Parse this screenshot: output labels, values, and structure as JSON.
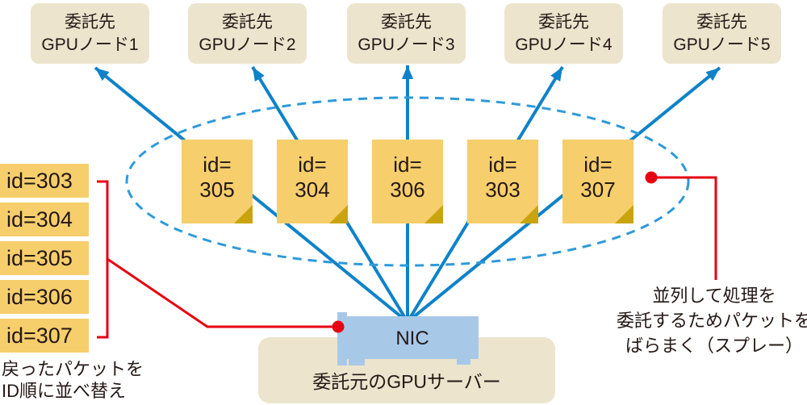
{
  "nodes": [
    {
      "line1": "委託先",
      "line2": "GPUノード1"
    },
    {
      "line1": "委託先",
      "line2": "GPUノード2"
    },
    {
      "line1": "委託先",
      "line2": "GPUノード3"
    },
    {
      "line1": "委託先",
      "line2": "GPUノード4"
    },
    {
      "line1": "委託先",
      "line2": "GPUノード5"
    }
  ],
  "spray_packets": [
    {
      "prefix": "id=",
      "num": "305"
    },
    {
      "prefix": "id=",
      "num": "304"
    },
    {
      "prefix": "id=",
      "num": "306"
    },
    {
      "prefix": "id=",
      "num": "303"
    },
    {
      "prefix": "id=",
      "num": "307"
    }
  ],
  "sorted_packets": [
    {
      "label": "id=303"
    },
    {
      "label": "id=304"
    },
    {
      "label": "id=305"
    },
    {
      "label": "id=306"
    },
    {
      "label": "id=307"
    }
  ],
  "nic": {
    "label": "NIC"
  },
  "server": {
    "label": "委託元のGPUサーバー"
  },
  "sorted_note": {
    "line1": "戻ったパケットを",
    "line2": "ID順に並べ替え"
  },
  "spray_note": {
    "line1": "並列して処理を",
    "line2": "委託するためパケットを",
    "line3": "ばらまく（スプレー）"
  },
  "colors": {
    "arrow_blue": "#0E82C8",
    "ellipse_blue": "#2E9AD9",
    "callout_red": "#E60012",
    "packet_yellow": "#F7CE6C",
    "packet_fold": "#C9A40E",
    "box_beige": "#ECE4CD",
    "nic_blue": "#A8C8E8",
    "text_dark": "#231815"
  }
}
